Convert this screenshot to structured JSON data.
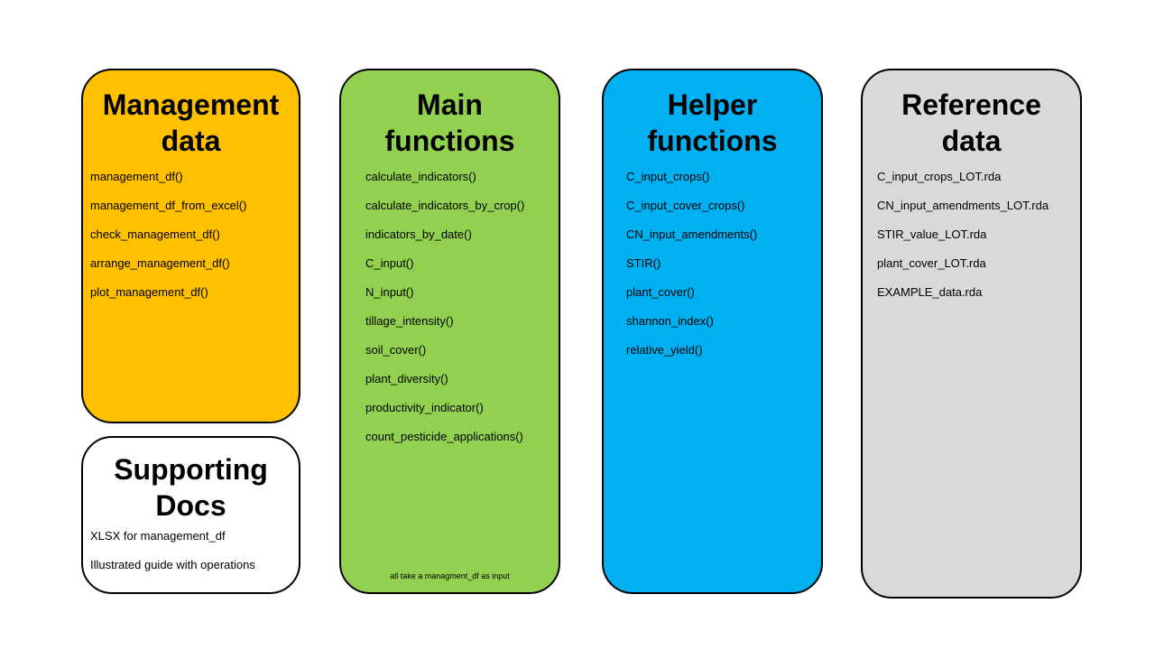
{
  "management": {
    "title_line1": "Management",
    "title_line2": "data",
    "color": "#FFC000",
    "items": [
      "management_df()",
      "management_df_from_excel()",
      "check_management_df()",
      "arrange_management_df()",
      "plot_management_df()"
    ]
  },
  "supporting": {
    "title_line1": "Supporting",
    "title_line2": "Docs",
    "color": "#FFFFFF",
    "items": [
      "XLSX for management_df",
      "Illustrated guide with operations"
    ]
  },
  "main": {
    "title_line1": "Main",
    "title_line2": "functions",
    "color": "#92D050",
    "items": [
      "calculate_indicators()",
      "calculate_indicators_by_crop()",
      "indicators_by_date()",
      "C_input()",
      "N_input()",
      "tillage_intensity()",
      "soil_cover()",
      "plant_diversity()",
      "productivity_indicator()",
      "count_pesticide_applications()"
    ],
    "footnote": "all take a managment_df as input"
  },
  "helper": {
    "title_line1": "Helper",
    "title_line2": "functions",
    "color": "#00B0F0",
    "items": [
      "C_input_crops()",
      "C_input_cover_crops()",
      "CN_input_amendments()",
      "STIR()",
      "plant_cover()",
      "shannon_index()",
      "relative_yield()"
    ]
  },
  "reference": {
    "title_line1": "Reference",
    "title_line2": "data",
    "color": "#D9D9D9",
    "items": [
      "C_input_crops_LOT.rda",
      "CN_input_amendments_LOT.rda",
      "STIR_value_LOT.rda",
      "plant_cover_LOT.rda",
      "EXAMPLE_data.rda"
    ]
  }
}
